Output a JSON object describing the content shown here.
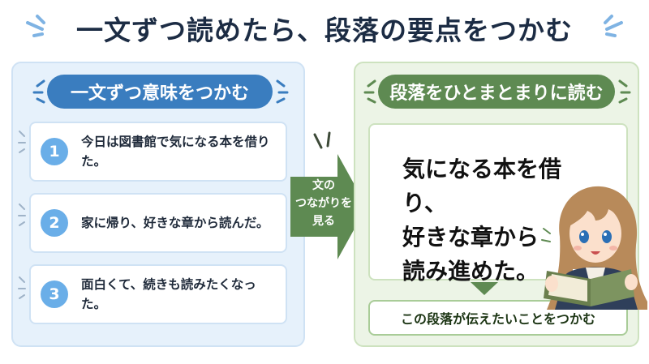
{
  "title": "一文ずつ読めたら、段落の要点をつかむ",
  "left_panel": {
    "heading": "一文ずつ意味をつかむ",
    "steps": [
      {
        "number": "1",
        "text": "今日は図書館で気になる本を借りた。"
      },
      {
        "number": "2",
        "text": "家に帰り、好きな章から読んだ。"
      },
      {
        "number": "3",
        "text": "面白くて、続きも読みたくなった。"
      }
    ]
  },
  "arrow": {
    "line1": "文の",
    "line2": "つながりを",
    "line3": "見る"
  },
  "right_panel": {
    "heading": "段落をひとまとまりに読む",
    "paragraph": {
      "line1": "気になる本を借り、",
      "line2": "好きな章から",
      "line3": "読み進めた。"
    },
    "conclusion": "この段落が伝えたいことをつかむ"
  },
  "colors": {
    "left_accent": "#3a7dbf",
    "left_bg": "#e6f1fb",
    "right_accent": "#5e8a52",
    "right_bg": "#ecf4e6",
    "arrow": "#5e8a52",
    "step_number": "#6aaee8"
  },
  "icons": {
    "title_sparks": "spark-lines-icon",
    "step_ticks": "emphasis-ticks-icon",
    "down_arrow": "triangle-down-icon",
    "reader": "girl-reading-illustration"
  }
}
